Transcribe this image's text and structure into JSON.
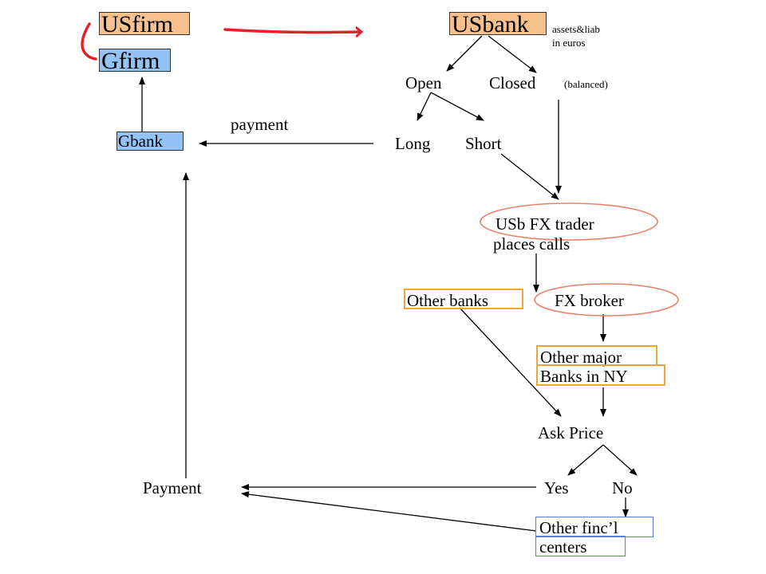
{
  "nodes": {
    "usfirm": "USfirm",
    "gfirm": "Gfirm",
    "usbank": "USbank",
    "usbank_note_line1": "assets&liab",
    "usbank_note_line2": "in euros",
    "open": "Open",
    "closed": "Closed",
    "balanced": "(balanced)",
    "long": "Long",
    "short": "Short",
    "payment_top": "payment",
    "gbank": "Gbank",
    "trader_line1": "USb FX trader",
    "trader_line2": "places calls",
    "other_banks": "Other banks",
    "fx_broker": "FX broker",
    "major_line1": "Other major",
    "major_line2": "Banks in NY",
    "ask_price": "Ask Price",
    "yes": "Yes",
    "no": "No",
    "payment_bottom": "Payment",
    "fin_line1": "Other finc’l",
    "fin_line2": "centers"
  },
  "colors": {
    "orange_fill": "#f7c08f",
    "blue_fill": "#93c2f5",
    "orange_border": "#f2a33a",
    "blue_border": "#5c7fd6",
    "red_annotation": "#e0222a",
    "ellipse_stroke": "#e8826a"
  }
}
